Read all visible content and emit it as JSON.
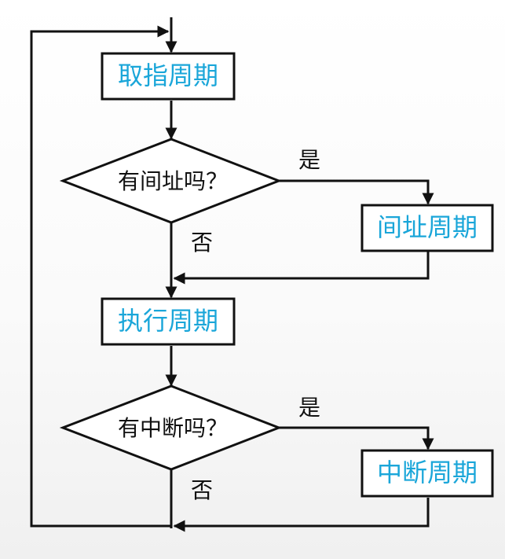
{
  "flowchart": {
    "boxes": {
      "fetch": "取指周期",
      "indirect": "间址周期",
      "execute": "执行周期",
      "interrupt": "中断周期"
    },
    "decisions": {
      "has_indirect": "有间址吗？",
      "has_interrupt": "有中断吗？"
    },
    "branch_labels": {
      "yes_1": "是",
      "no_1": "否",
      "yes_2": "是",
      "no_2": "否"
    }
  },
  "colors": {
    "box_text": "#1aa6d9",
    "line": "#111111"
  }
}
